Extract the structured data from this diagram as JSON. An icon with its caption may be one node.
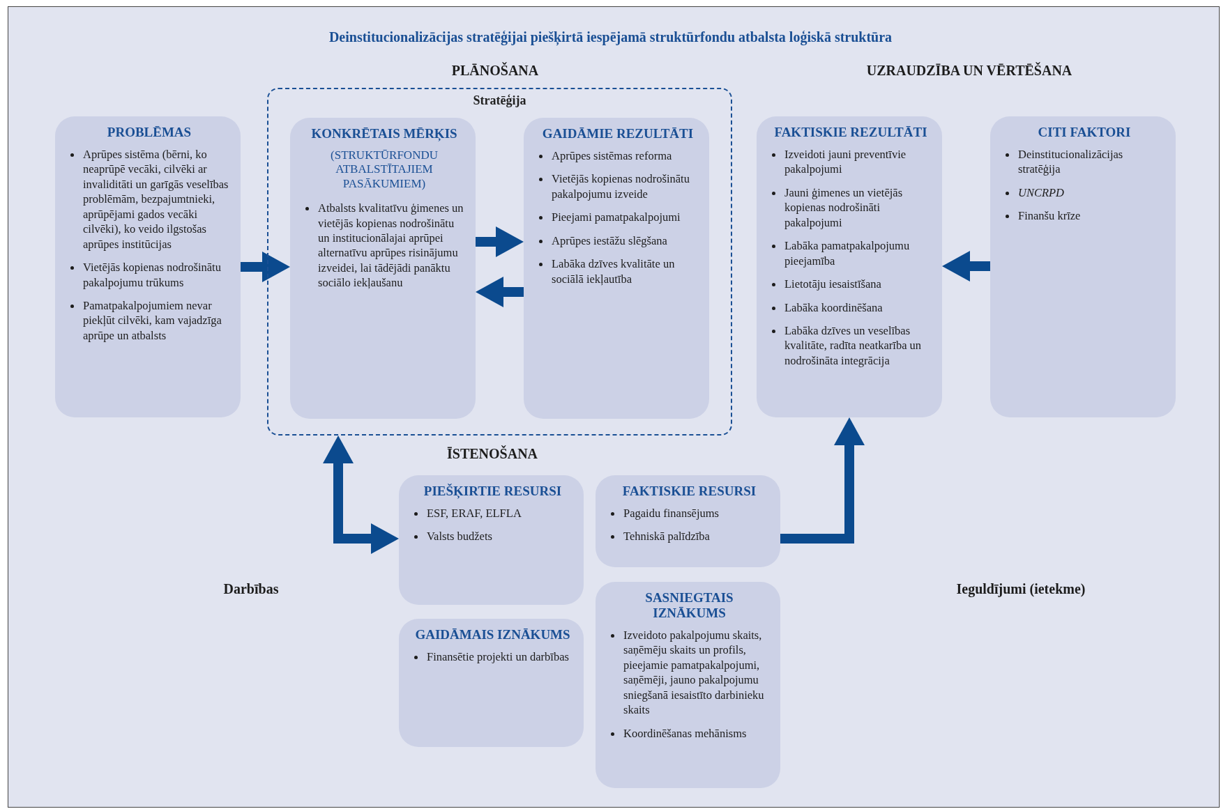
{
  "diagram": {
    "title": "Deinstitucionalizācijas stratēģijai piešķirtā iespējamā struktūrfondu atbalsta loģiskā struktūra",
    "nodes": [
      {
        "text": [
          "PROBLĒMAS",
          "Aprūpes sistēma (bērni, ko neaprūpē vecāki, cilvēki ar invaliditāti un garīgās veselības problēmām, bezpajumtnieki, aprūpējami gados vecāki cilvēki), ko veido ilgstošas aprūpes institūcijas",
          "Vietējās kopienas nodrošinātu pakalpojumu trūkums",
          "Pamatpakalpojumiem nevar piekļūt cilvēki, kam vajadzīga aprūpe un atbalsts"
        ]
      },
      {
        "text": [
          "Stratēģija"
        ]
      },
      {
        "text": [
          "KONKRĒTAIS MĒRĶIS",
          "(STRUKTŪRFONDU ATBALSTĪTAJIEM PASĀKUMIEM)",
          "Atbalsts kvalitatīvu ģimenes un vietējās kopienas nodrošinātu un institucionālajai aprūpei alternatīvu aprūpes risinājumu izveidei, lai tādējādi panāktu sociālo iekļaušanu"
        ],
        "in": 1
      },
      {
        "text": [
          "GAIDĀMIE REZULTĀTI",
          "Aprūpes sistēmas reforma",
          "Vietējās kopienas nodrošinātu pakalpojumu izveide",
          "Pieejami pamatpakalpojumi",
          "Aprūpes iestāžu slēgšana",
          "Labāka dzīves kvalitāte un sociālā iekļautība"
        ],
        "in": 1
      },
      {
        "text": [
          "FAKTISKIE REZULTĀTI",
          "Izveidoti jauni preventīvie pakalpojumi",
          "Jauni ģimenes un vietējās kopienas nodrošināti pakalpojumi",
          "Labāka pamatpakalpojumu pieejamība",
          "Lietotāju iesaistīšana",
          "Labāka koordinēšana",
          "Labāka dzīves un veselības kvalitāte, radīta neatkarība un nodrošināta integrācija"
        ]
      },
      {
        "text": [
          "CITI FAKTORI",
          "Deinstitucionalizācijas stratēģija",
          "UNCRPD",
          "Finanšu krīze"
        ]
      },
      {
        "text": [
          "PIEŠĶIRTIE RESURSI",
          "ESF, ERAF, ELFLA",
          "Valsts budžets"
        ]
      },
      {
        "text": [
          "FAKTISKIE RESURSI",
          "Pagaidu finansējums",
          "Tehniskā palīdzība"
        ]
      },
      {
        "text": [
          "SASNIEGTAIS IZNĀKUMS",
          "Izveidoto pakalpojumu skaits, saņēmēju skaits un profils, pieejamie pamatpakalpojumi, saņēmēji, jauno pakalpojumu sniegšanā iesaistīto darbinieku skaits",
          "Koordinēšanas mehānisms"
        ]
      },
      {
        "text": [
          "GAIDĀMAIS IZNĀKUMS",
          "Finansētie projekti un darbības"
        ]
      }
    ],
    "edges": [
      {
        "from": 0,
        "to": 2,
        "arrow": "to"
      },
      {
        "from": 2,
        "to": 3,
        "arrow": "to"
      },
      {
        "from": 3,
        "to": 2,
        "arrow": "to"
      },
      {
        "from": 5,
        "to": 4,
        "arrow": "to"
      },
      {
        "from": 1,
        "to": 6,
        "arrow": "both"
      },
      {
        "from": 7,
        "to": 4,
        "arrow": "to"
      }
    ],
    "labels": [
      "PLĀNOŠANA",
      "UZRAUDZĪBA UN VĒRTĒŠANA",
      "ĪSTENOŠANA",
      "Darbības",
      "Ieguldījumi (ietekme)"
    ]
  }
}
